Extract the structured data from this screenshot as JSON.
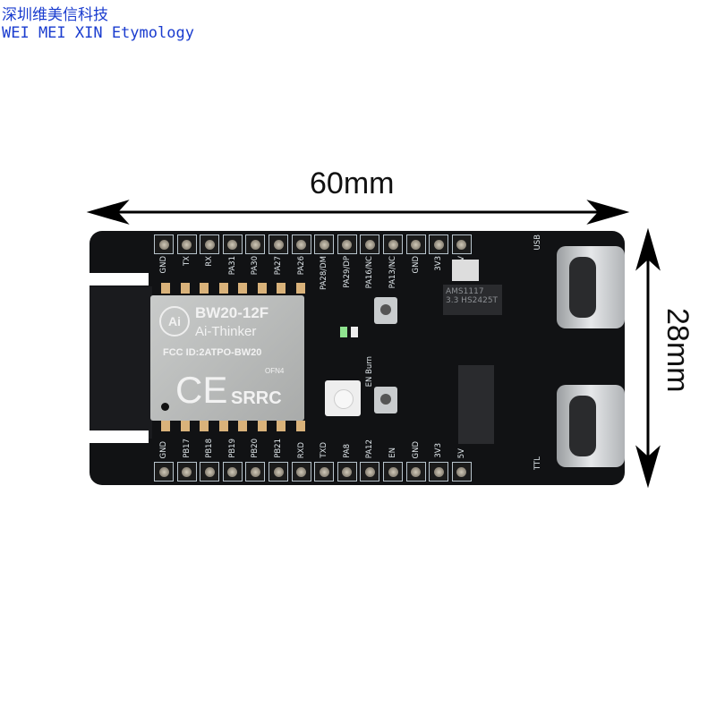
{
  "watermark": {
    "line1": "深圳维美信科技",
    "line2": "WEI MEI XIN Etymology"
  },
  "dimensions": {
    "width": "60mm",
    "height": "28mm"
  },
  "board": {
    "top_pins": [
      "GND",
      "TX",
      "RX",
      "PA31",
      "PA30",
      "PA27",
      "PA26",
      "PA28/DM",
      "PA29/DP",
      "PA16/NC",
      "PA13/NC",
      "GND",
      "3V3",
      "5V"
    ],
    "bottom_pins": [
      "GND",
      "PB17",
      "PB18",
      "PB19",
      "PB20",
      "PB21",
      "RXD",
      "TXD",
      "PA8",
      "PA12",
      "EN",
      "GND",
      "3V3",
      "5V"
    ],
    "usb_label": "USB",
    "ttl_label": "TTL",
    "button_labels": {
      "en": "EN",
      "burn": "Burn"
    },
    "module": {
      "logo": "Ai",
      "model": "BW20-12F",
      "brand": "Ai-Thinker",
      "fcc": "FCC ID:2ATPO-BW20",
      "code": "OFN4",
      "ce": "CE",
      "srrc": "SRRC"
    },
    "regulator": {
      "line1": "AMS1117",
      "line2": "3.3 HS2425T"
    }
  },
  "colors": {
    "board": "#111214",
    "watermark": "#1a3ccf",
    "silkscreen": "#dfe6ea"
  }
}
